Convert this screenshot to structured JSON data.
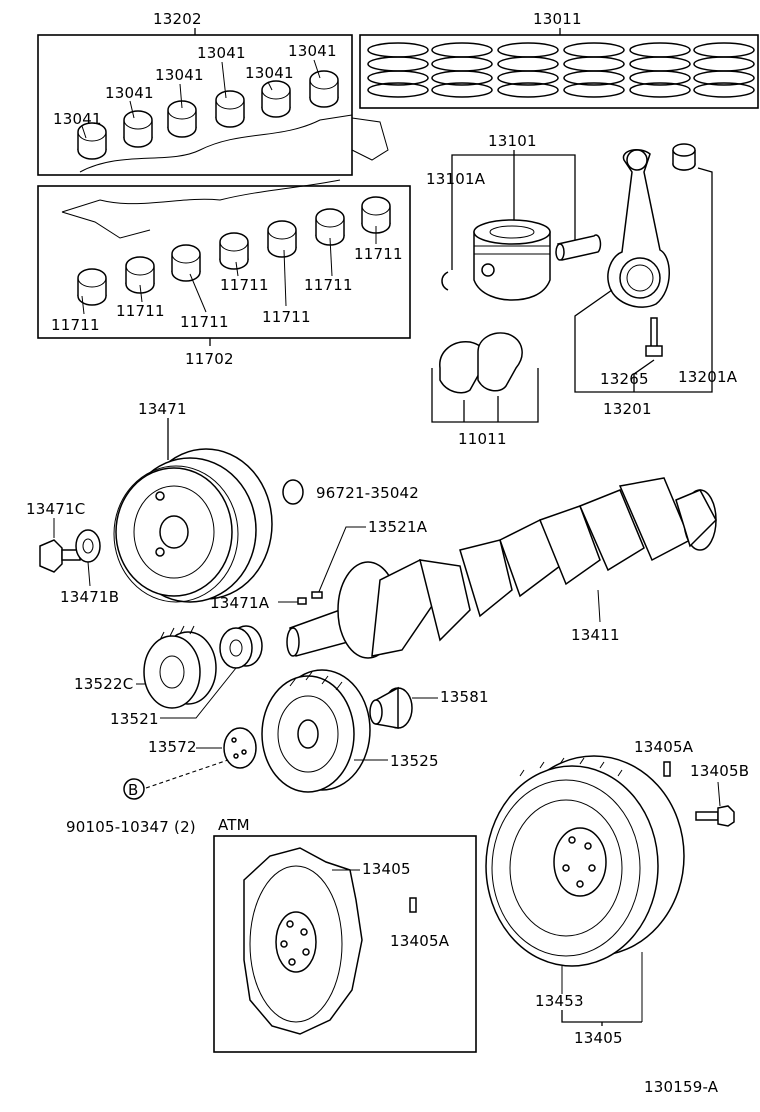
{
  "labels": {
    "p13202": "13202",
    "p13011": "13011",
    "p13041_a": "13041",
    "p13041_b": "13041",
    "p13041_c": "13041",
    "p13041_d": "13041",
    "p13041_e": "13041",
    "p13041_f": "13041",
    "p13101": "13101",
    "p13101A": "13101A",
    "p11711_a": "11711",
    "p11711_b": "11711",
    "p11711_c": "11711",
    "p11711_d": "11711",
    "p11711_e": "11711",
    "p11711_f": "11711",
    "p11711_g": "11711",
    "p11702": "11702",
    "p13265": "13265",
    "p13201A": "13201A",
    "p13201": "13201",
    "p11011": "11011",
    "p13471": "13471",
    "p96721": "96721-35042",
    "p13471C": "13471C",
    "p13521A": "13521A",
    "p13471B": "13471B",
    "p13471A": "13471A",
    "p13411": "13411",
    "p13522C": "13522C",
    "p13521": "13521",
    "p13581": "13581",
    "p13572": "13572",
    "p13525": "13525",
    "p13405A_top": "13405A",
    "p13405B": "13405B",
    "p90105": "90105-10347 (2)",
    "circleB": "B",
    "atm": "ATM",
    "p13405_atm": "13405",
    "p13405A_atm": "13405A",
    "p13453": "13453",
    "p13405_bottom": "13405",
    "figure_code": "130159-A"
  }
}
